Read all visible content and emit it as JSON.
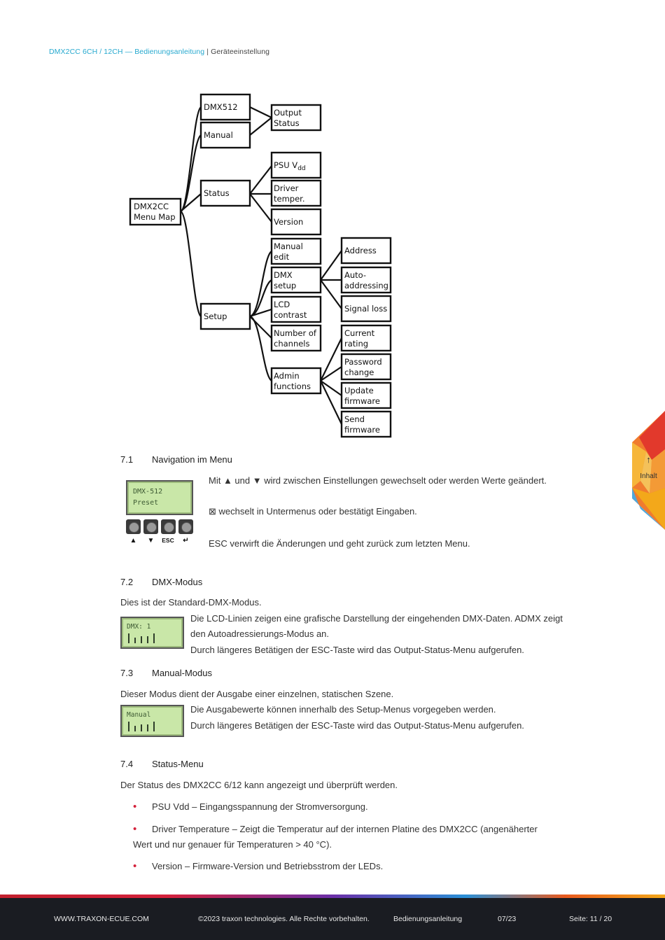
{
  "header": {
    "doc": "DMX2CC 6CH / 12CH — Bedienungsanleitung",
    "sep": "|",
    "section": "Geräteeinstellung"
  },
  "menu_map": {
    "root": [
      "DMX2CC",
      "Menu Map"
    ],
    "level1": {
      "dmx512": "DMX512",
      "manual": "Manual",
      "status": "Status",
      "setup": "Setup"
    },
    "output_status": [
      "Output",
      "Status"
    ],
    "status_children": {
      "psu": "PSU V",
      "psu_sub": "dd",
      "driver": [
        "Driver",
        "temper."
      ],
      "version": "Version"
    },
    "setup_children": {
      "manual_edit": [
        "Manual",
        "edit"
      ],
      "dmx_setup": [
        "DMX",
        "setup"
      ],
      "lcd_contrast": [
        "LCD",
        "contrast"
      ],
      "channels": [
        "Number of",
        "channels"
      ],
      "admin": [
        "Admin",
        "functions"
      ]
    },
    "dmx_setup_children": {
      "address": "Address",
      "auto": [
        "Auto-",
        "addressing"
      ],
      "signal_loss": "Signal loss"
    },
    "admin_children": {
      "current": [
        "Current",
        "rating"
      ],
      "password": [
        "Password",
        "change"
      ],
      "update": [
        "Update",
        "firmware"
      ],
      "send": [
        "Send",
        "firmware"
      ]
    }
  },
  "s71": {
    "num": "7.1",
    "title": "Navigation im Menu",
    "lcd_line1": "DMX-512",
    "lcd_line2": "Preset",
    "keys": [
      "▲",
      "▼",
      "ESC",
      "↵"
    ],
    "p1": "Mit ▲ und ▼ wird zwischen Einstellungen gewechselt oder werden Werte geändert.",
    "p2": "⊠ wechselt in Untermenus oder bestätigt Eingaben.",
    "p3": "ESC verwirft die Änderungen und geht zurück zum letzten Menu."
  },
  "s72": {
    "num": "7.2",
    "title": "DMX-Modus",
    "intro": "Dies ist der Standard-DMX-Modus.",
    "lcd": "DMX: 1",
    "p1": "Die LCD-Linien zeigen eine grafische Darstellung der eingehenden DMX-Daten. ADMX zeigt",
    "p2": "den Autoadressierungs-Modus an.",
    "p3": "Durch längeres Betätigen der ESC-Taste wird das Output-Status-Menu aufgerufen."
  },
  "s73": {
    "num": "7.3",
    "title": "Manual-Modus",
    "intro": "Dieser Modus dient der Ausgabe einer einzelnen, statischen Szene.",
    "lcd": "Manual",
    "p1": "Die Ausgabewerte können innerhalb des Setup-Menus vorgegeben werden.",
    "p2": "Durch längeres Betätigen der ESC-Taste wird das Output-Status-Menu aufgerufen."
  },
  "s74": {
    "num": "7.4",
    "title": "Status-Menu",
    "intro": "Der Status des DMX2CC 6/12 kann angezeigt und überprüft werden.",
    "bullet_char": "•",
    "b1": "PSU Vdd – Eingangsspannung der Stromversorgung.",
    "b2_l1": "Driver Temperature – Zeigt die Temperatur auf der internen Platine des DMX2CC (angenäherter",
    "b2_l2": "Wert und nur genauer für Temperaturen > 40 °C).",
    "b3": "Version – Firmware-Version und Betriebsstrom der LEDs."
  },
  "side_tab": {
    "arrow": "↑",
    "label": "Inhalt"
  },
  "footer": {
    "website": "WWW.TRAXON-ECUE.COM",
    "copyright": "©2023 traxon technologies. Alle Rechte vorbehalten.",
    "doc_type": "Bedienungsanleitung",
    "date": "07/23",
    "page": "Seite: 11 / 20"
  }
}
